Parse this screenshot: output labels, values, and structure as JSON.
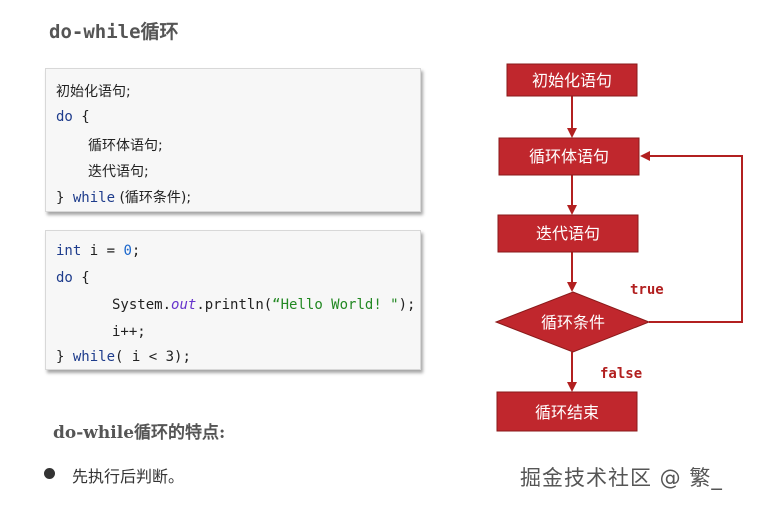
{
  "page_title": "do-while循环",
  "syntax_block": {
    "line1": "初始化语句;",
    "line2_kw": "do",
    "line2_rest": " {",
    "line3": "循环体语句;",
    "line4": "迭代语句;",
    "line5_a": "} ",
    "line5_kw": "while",
    "line5_rest": " (循环条件);"
  },
  "example_block": {
    "line1_kw": "int",
    "line1_mid": " i = ",
    "line1_num": "0",
    "line1_end": ";",
    "line2_kw": "do",
    "line2_rest": " {",
    "line3_a": "System.",
    "line3_field": "out",
    "line3_b": ".println(",
    "line3_str": "“Hello World! \"",
    "line3_end": ");",
    "line4": "i++;",
    "line5_a": "} ",
    "line5_kw": "while",
    "line5_rest": "( i < 3);"
  },
  "flowchart": {
    "colors": {
      "box": "#c0272d",
      "arrow": "#b22020"
    },
    "init": "初始化语句",
    "body": "循环体语句",
    "iterate": "迭代语句",
    "condition": "循环条件",
    "end": "循环结束",
    "true_label": "true",
    "false_label": "false"
  },
  "features_heading": "do-while循环的特点:",
  "features": [
    "先执行后判断。"
  ],
  "watermark": "掘金技术社区 @ 繁_"
}
